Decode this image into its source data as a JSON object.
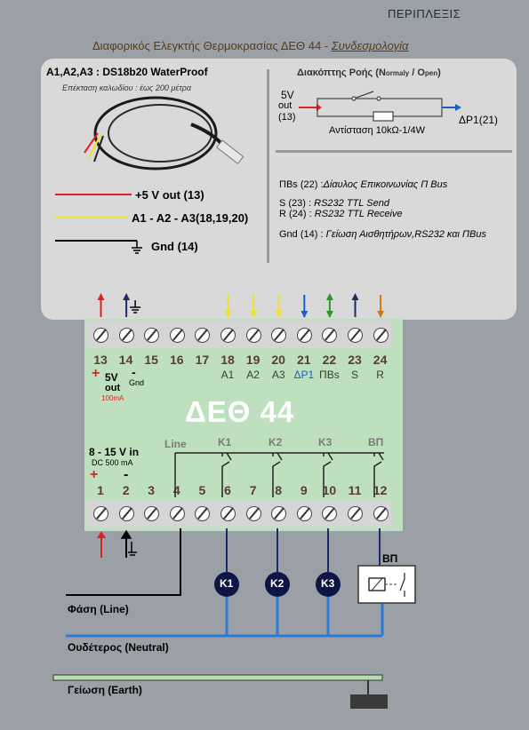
{
  "header": {
    "link": "ΠΕΡΙΠΛΕΞΙΣ"
  },
  "title": {
    "main": "Διαφορικός Ελεγκτής Θερμοκρασίας ΔΕΘ 44 - ",
    "sub": "Συνδεσμολογία"
  },
  "sensor": {
    "heading": "A1,A2,A3 : DS18b20 WaterProof",
    "subheading": "Επέκταση καλωδίου : έως 200 μέτρα",
    "wires": [
      {
        "label": "+5 V out (13)",
        "color": "#e02020"
      },
      {
        "label": "A1 - A2 - A3(18,19,20)",
        "color": "#f0e030"
      },
      {
        "label": "Gnd (14)",
        "color": "#000000"
      }
    ]
  },
  "flow_switch": {
    "heading_prefix": "Διακόπτης Ροής (",
    "n": "N",
    "ormaly": "ormaly",
    "sep": " / ",
    "o": "O",
    "pen": "pen",
    "heading_suffix": ")",
    "in_line1": "5V",
    "in_line2": "out",
    "in_line3": "(13)",
    "out_label": "ΔΡ1(21)",
    "resistor": "Αντίσταση 10kΩ-1/4W"
  },
  "legend": [
    {
      "code": "ΠΒs (22)  :",
      "desc": "Δίαυλος Επικοινωνίας Π Bus"
    },
    {
      "code": "S (23) :",
      "desc": "RS232 TTL Send"
    },
    {
      "code": "R (24) :",
      "desc": "RS232 TTL Receive"
    },
    {
      "code": "Gnd (14) :",
      "desc": "Γείωση Αισθητήρων,RS232 και ΠBus"
    }
  ],
  "module": {
    "name": "ΔΕΘ 44",
    "top_terminals": [
      "13",
      "14",
      "15",
      "16",
      "17",
      "18",
      "19",
      "20",
      "21",
      "22",
      "23",
      "24"
    ],
    "top_labels": [
      "",
      "",
      "",
      "",
      "",
      "A1",
      "A2",
      "A3",
      "ΔΡ1",
      "ΠΒs",
      "S",
      "R"
    ],
    "bottom_terminals": [
      "1",
      "2",
      "3",
      "4",
      "5",
      "6",
      "7",
      "8",
      "9",
      "10",
      "11",
      "12"
    ],
    "supply_5v": "5V",
    "supply_out": "out",
    "supply_ma": "100mA",
    "gnd": "Gnd",
    "supply_in": "8 - 15 V in",
    "supply_dc": "DC 500 mA",
    "plus": "+",
    "minus": "-",
    "relay_line": "Line",
    "relays": [
      "K1",
      "K2",
      "K3",
      "ΒΠ"
    ]
  },
  "loads": {
    "k1": "K1",
    "k2": "K2",
    "k3": "K3",
    "relay": "ΒΠ"
  },
  "mains": {
    "phase": "Φάση (Line)",
    "neutral": "Ουδέτερος (Neutral)",
    "earth": "Γείωση (Earth)"
  },
  "colors": {
    "red": "#e02020",
    "yellow": "#f0e030",
    "blue": "#1f5fbf",
    "navy": "#1a2a6c",
    "green": "#2a9a2a",
    "orange": "#c87a20",
    "neutral": "#2b7bd6",
    "module": "#bfe0bf"
  }
}
